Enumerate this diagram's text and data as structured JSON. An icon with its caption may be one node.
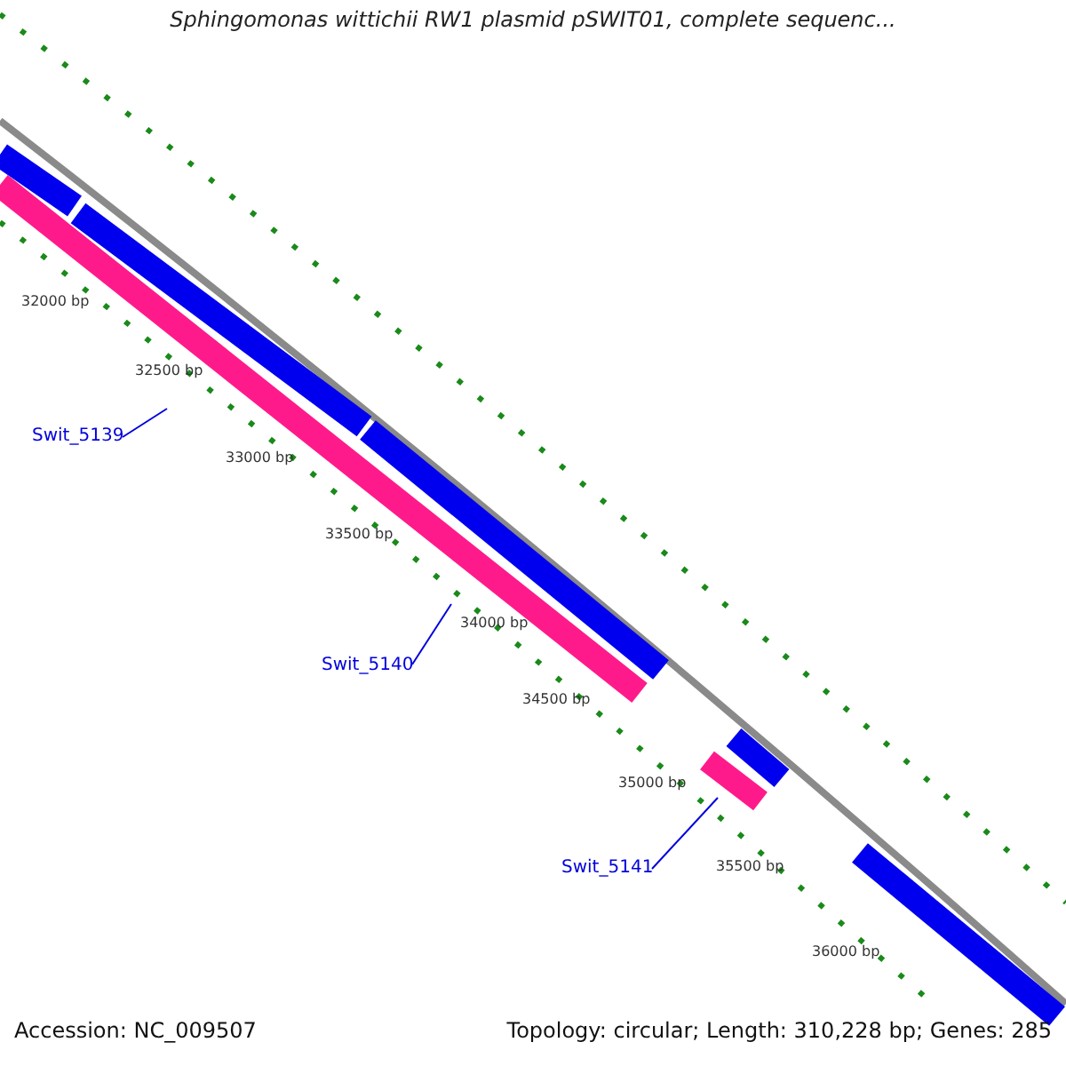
{
  "diagram": {
    "title": "Sphingomonas wittichii RW1 plasmid pSWIT01, complete sequenc...",
    "nodes": [
      {
        "text": [
          "Swit_5139"
        ]
      },
      {
        "text": [
          "Swit_5140"
        ]
      },
      {
        "text": [
          "Swit_5141"
        ]
      },
      {
        "text": [],
        "shape": "bar"
      }
    ],
    "edges": [
      {
        "from": 0,
        "to": null,
        "arrow": "none"
      },
      {
        "from": 1,
        "to": null,
        "arrow": "none"
      },
      {
        "from": 2,
        "to": 3,
        "arrow": "none"
      }
    ],
    "labels": [
      "32000 bp",
      "32500 bp",
      "33000 bp",
      "33500 bp",
      "34000 bp",
      "34500 bp",
      "35000 bp",
      "35500 bp",
      "36000 bp",
      "Accession: NC_009507",
      "Topology: circular; Length: 310,228 bp; Genes: 285"
    ]
  }
}
